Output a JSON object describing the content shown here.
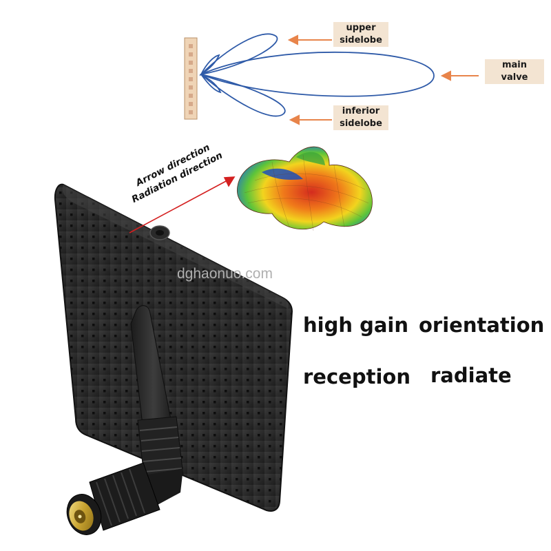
{
  "diagram": {
    "upper_sidelobe": [
      "upper",
      "sidelobe"
    ],
    "main_valve": [
      "main",
      "valve"
    ],
    "inferior_sidelobe": [
      "inferior",
      "sidelobe"
    ]
  },
  "direction": {
    "arrow_label": "Arrow direction",
    "radiation_label": "Radiation direction"
  },
  "watermark": "dghaonuo.com",
  "features": {
    "high_gain": "high gain",
    "orientation": "orientation",
    "reception": "reception",
    "radiate": "radiate"
  },
  "colors": {
    "lobe_outline": "#2e5aa8",
    "label_arrow": "#e8844a",
    "direction_arrow": "#d42020",
    "antenna_body": "#262626"
  }
}
